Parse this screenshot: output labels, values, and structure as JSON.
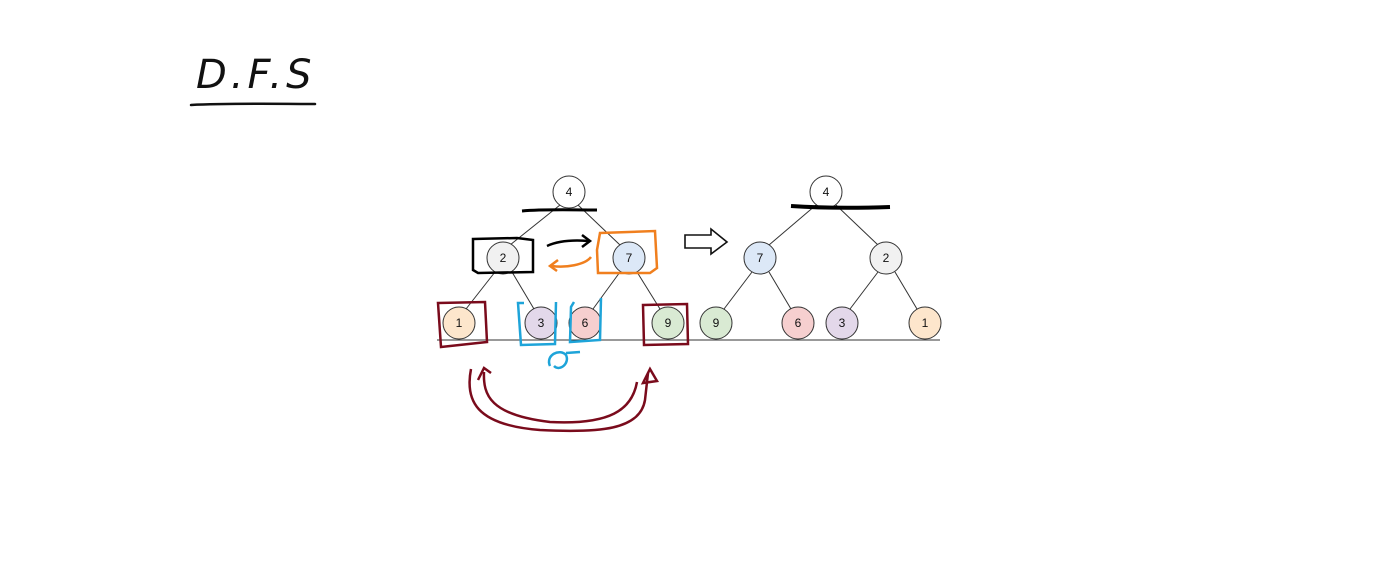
{
  "title": "D.F.S",
  "colors": {
    "stroke": "#333333",
    "annot_black": "#000000",
    "annot_orange": "#f07f1e",
    "annot_blue": "#1ea4d9",
    "annot_darkred": "#7a0b1c"
  },
  "original_tree": {
    "nodes": [
      {
        "id": "o4",
        "label": "4",
        "fill": "#ffffff"
      },
      {
        "id": "o2",
        "label": "2",
        "fill": "#f1f1f1"
      },
      {
        "id": "o7",
        "label": "7",
        "fill": "#dce8f7"
      },
      {
        "id": "o1",
        "label": "1",
        "fill": "#fde6cc"
      },
      {
        "id": "o3",
        "label": "3",
        "fill": "#e3d8ea"
      },
      {
        "id": "o6",
        "label": "6",
        "fill": "#f6cfcf"
      },
      {
        "id": "o9",
        "label": "9",
        "fill": "#d9ead3"
      }
    ]
  },
  "mirrored_tree": {
    "nodes": [
      {
        "id": "m4",
        "label": "4",
        "fill": "#ffffff"
      },
      {
        "id": "m7",
        "label": "7",
        "fill": "#dce8f7"
      },
      {
        "id": "m2",
        "label": "2",
        "fill": "#f1f1f1"
      },
      {
        "id": "m9",
        "label": "9",
        "fill": "#d9ead3"
      },
      {
        "id": "m6",
        "label": "6",
        "fill": "#f6cfcf"
      },
      {
        "id": "m3",
        "label": "3",
        "fill": "#e3d8ea"
      },
      {
        "id": "m1",
        "label": "1",
        "fill": "#fde6cc"
      }
    ]
  },
  "transform_arrow_icon": "right-outline-arrow"
}
